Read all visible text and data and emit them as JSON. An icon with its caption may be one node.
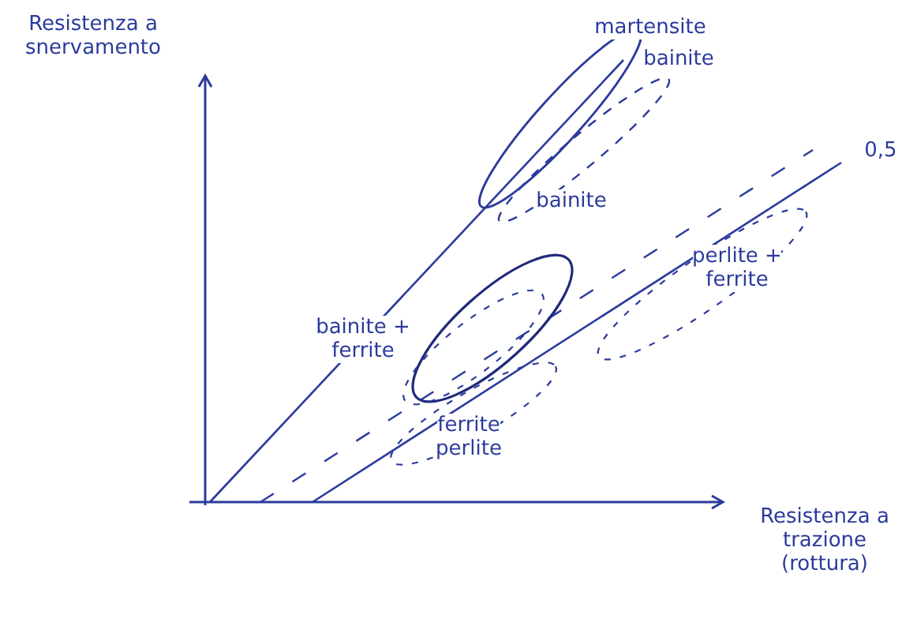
{
  "diagram": {
    "labels": [
      "Resistenza a snervamento",
      "martensite",
      "bainite",
      "0,5",
      "bainite",
      "perlite + ferrite",
      "bainite + ferrite",
      "ferrite perlite",
      "Resistenza a trazione (rottura)"
    ]
  }
}
